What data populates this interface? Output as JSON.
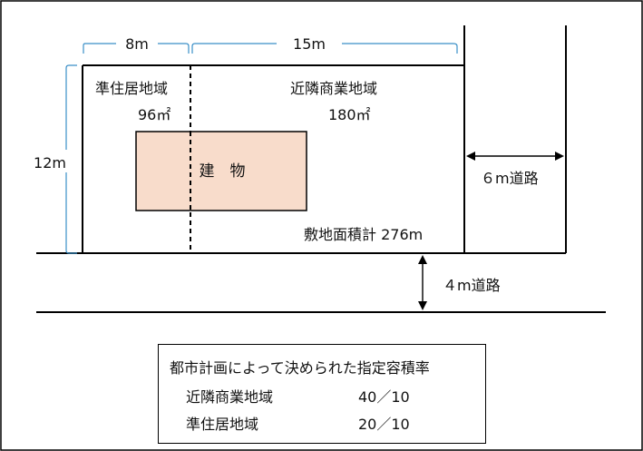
{
  "dimensions": {
    "width_left": "8m",
    "width_right": "15m",
    "depth": "12m"
  },
  "zones": {
    "left": {
      "name": "準住居地域",
      "area": "96㎡"
    },
    "right": {
      "name": "近隣商業地域",
      "area": "180㎡"
    }
  },
  "building_label": "建　物",
  "site_total_label": "敷地面積計 276m",
  "roads": {
    "side": "６m道路",
    "front": "４m道路"
  },
  "legend": {
    "title": "都市計画によって決められた指定容積率",
    "rows": [
      {
        "zone": "近隣商業地域",
        "ratio": "40／10"
      },
      {
        "zone": "準住居地域",
        "ratio": "20／10"
      }
    ]
  },
  "colors": {
    "building_fill": "#f8dccb",
    "dimension_line": "#3a8fc7",
    "line": "#000000"
  }
}
